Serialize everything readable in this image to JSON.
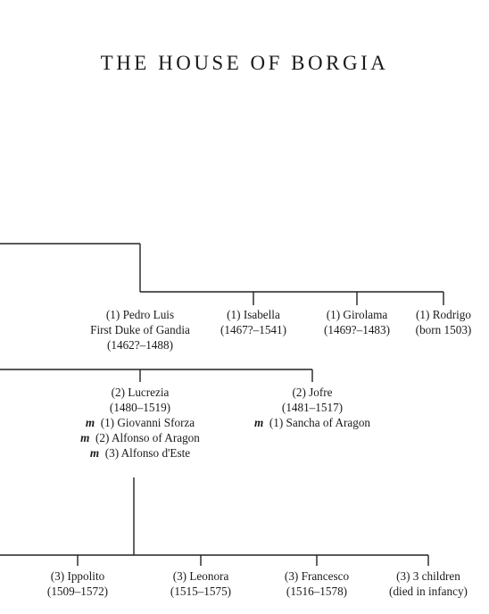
{
  "title": "THE HOUSE OF BORGIA",
  "generation_1": [
    {
      "lines": [
        "(1) Pedro Luis",
        "First Duke of Gandia",
        "(1462?–1488)"
      ]
    },
    {
      "lines": [
        "(1) Isabella",
        "(1467?–1541)"
      ]
    },
    {
      "lines": [
        "(1) Girolama",
        "(1469?–1483)"
      ]
    },
    {
      "lines": [
        "(1) Rodrigo",
        "(born 1503)"
      ]
    }
  ],
  "generation_2": [
    {
      "name": "(2) Lucrezia",
      "dates": "(1480–1519)",
      "marriages": [
        {
          "marker": "m",
          "text": "(1) Giovanni Sforza"
        },
        {
          "marker": "m",
          "text": "(2) Alfonso of Aragon"
        },
        {
          "marker": "m",
          "text": "(3) Alfonso d'Este"
        }
      ]
    },
    {
      "name": "(2) Jofre",
      "dates": "(1481–1517)",
      "marriages": [
        {
          "marker": "m",
          "text": "(1) Sancha of Aragon"
        }
      ]
    }
  ],
  "generation_3": [
    {
      "lines": [
        "(3) Ippolito",
        "(1509–1572)"
      ]
    },
    {
      "lines": [
        "(3) Leonora",
        "(1515–1575)"
      ]
    },
    {
      "lines": [
        "(3) Francesco",
        "(1516–1578)"
      ]
    },
    {
      "lines": [
        "(3) 3 children",
        "(died in infancy)"
      ]
    }
  ]
}
